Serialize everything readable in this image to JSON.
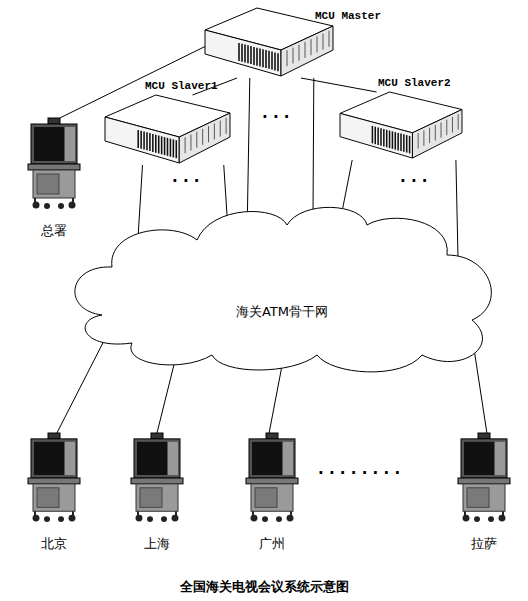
{
  "diagram": {
    "caption": "全国海关电视会议系统示意图",
    "nodes": [
      {
        "text": [
          "MCU Master"
        ]
      },
      {
        "text": [
          "MCU Slaver1"
        ]
      },
      {
        "text": [
          "MCU Slaver2"
        ]
      },
      {
        "text": [
          "总署"
        ]
      },
      {
        "text": [
          "海关ATM骨干网"
        ]
      },
      {
        "text": [
          "北京"
        ]
      },
      {
        "text": [
          "上海"
        ]
      },
      {
        "text": [
          "广州"
        ]
      },
      {
        "text": [
          "拉萨"
        ]
      }
    ],
    "edges": [
      {
        "from": 0,
        "to": 3,
        "arrow": "none"
      },
      {
        "from": 0,
        "to": 1,
        "arrow": "none"
      },
      {
        "from": 0,
        "to": 2,
        "arrow": "none"
      },
      {
        "from": 0,
        "to": 4,
        "arrow": "none"
      },
      {
        "from": 0,
        "to": 4,
        "arrow": "none"
      },
      {
        "from": 1,
        "to": 4,
        "arrow": "none"
      },
      {
        "from": 1,
        "to": 4,
        "arrow": "none"
      },
      {
        "from": 2,
        "to": 4,
        "arrow": "none"
      },
      {
        "from": 2,
        "to": 4,
        "arrow": "none"
      },
      {
        "from": 4,
        "to": 5,
        "arrow": "none"
      },
      {
        "from": 4,
        "to": 6,
        "arrow": "none"
      },
      {
        "from": 4,
        "to": 7,
        "arrow": "none"
      },
      {
        "from": 4,
        "to": 8,
        "arrow": "none"
      }
    ],
    "labels": [
      "· · ·",
      "· · ·",
      "· · ·",
      "· · · · · · · ·"
    ]
  }
}
